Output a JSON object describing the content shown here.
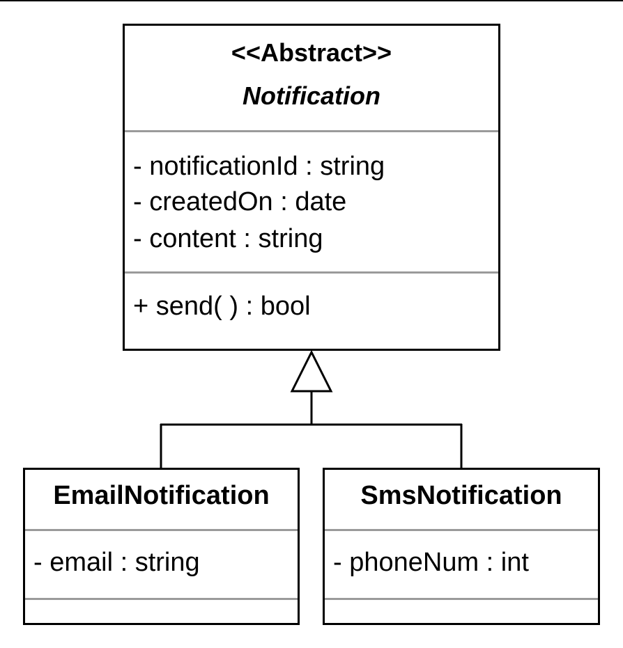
{
  "abstract_class": {
    "stereotype": "<<Abstract>>",
    "name": "Notification",
    "attributes": [
      "- notificationId : string",
      "- createdOn : date",
      "- content : string"
    ],
    "operations": [
      "+ send( ) : bool"
    ]
  },
  "email_class": {
    "name": "EmailNotification",
    "attributes": [
      "- email : string"
    ],
    "operations": []
  },
  "sms_class": {
    "name": "SmsNotification",
    "attributes": [
      "- phoneNum : int"
    ],
    "operations": []
  },
  "relationship": {
    "type": "generalization",
    "parent": "Notification",
    "children": [
      "EmailNotification",
      "SmsNotification"
    ]
  }
}
